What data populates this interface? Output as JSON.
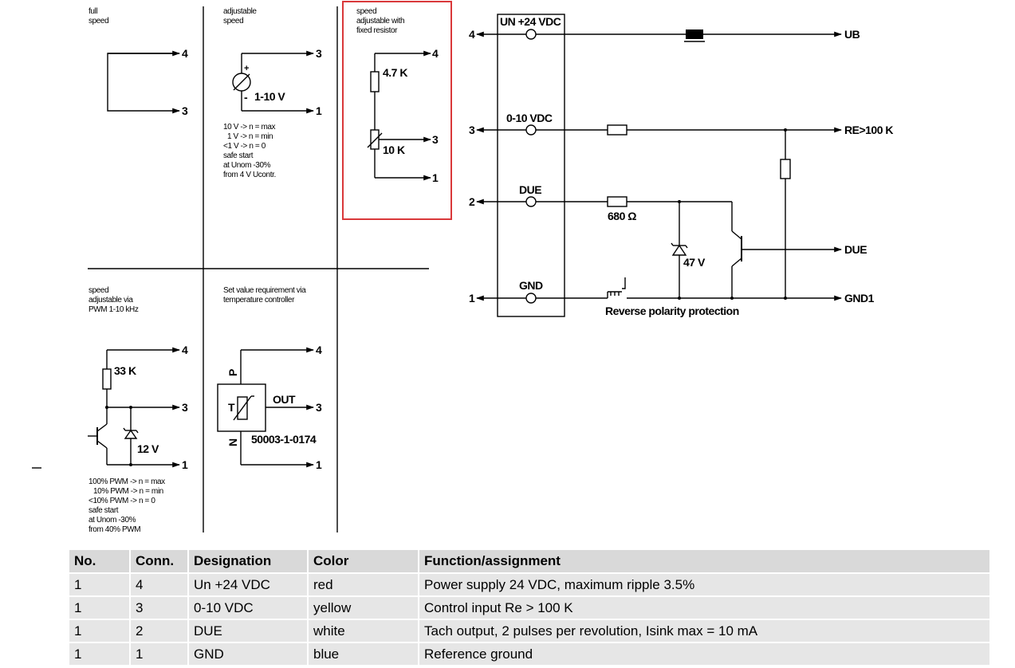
{
  "panels": {
    "full": {
      "title": [
        "full",
        "speed"
      ],
      "pins": [
        "4",
        "3"
      ]
    },
    "adjustable": {
      "title": [
        "adjustable",
        "speed"
      ],
      "pins": [
        "3",
        "1"
      ],
      "voltage_label": "1-10 V",
      "plus": "+",
      "minus": "-",
      "notes": [
        "10 V -> n = max",
        "1 V -> n = min",
        "<1 V -> n = 0",
        "safe start",
        "at Unom -30%",
        "from 4 V Ucontr."
      ]
    },
    "fixed": {
      "title": [
        "speed",
        "adjustable with",
        "fixed resistor"
      ],
      "pins": [
        "4",
        "3",
        "1"
      ],
      "r1": "4.7 K",
      "r2": "10 K"
    },
    "pwm": {
      "title": [
        "speed",
        "adjustable via",
        "PWM 1-10 kHz"
      ],
      "pins": [
        "4",
        "3",
        "1"
      ],
      "r": "33 K",
      "z": "12 V",
      "notes": [
        "100% PWM -> n = max",
        "10% PWM -> n = min",
        "<10% PWM -> n = 0",
        "safe start",
        "at Unom -30%",
        "from 40% PWM"
      ]
    },
    "temp": {
      "title": [
        "Set value requirement via",
        "temperature controller"
      ],
      "pins": [
        "4",
        "3",
        "1"
      ],
      "p": "P",
      "n": "N",
      "t": "T",
      "out": "OUT",
      "part": "50003-1-0174"
    }
  },
  "schematic": {
    "pins": [
      "4",
      "3",
      "2",
      "1"
    ],
    "connector_labels": [
      "UN +24 VDC",
      "0-10 VDC",
      "DUE",
      "GND"
    ],
    "outputs": [
      "UB",
      "RE>100 K",
      "DUE",
      "GND1"
    ],
    "r_due": "680 Ω",
    "zener": "47 V",
    "reverse": "Reverse polarity protection"
  },
  "table": {
    "headers": [
      "No.",
      "Conn.",
      "Designation",
      "Color",
      "Function/assignment"
    ],
    "rows": [
      [
        "1",
        "4",
        "Un +24 VDC",
        "red",
        "Power supply 24 VDC, maximum ripple 3.5%"
      ],
      [
        "1",
        "3",
        "0-10 VDC",
        "yellow",
        "Control input Re > 100 K"
      ],
      [
        "1",
        "2",
        "DUE",
        "white",
        "Tach output, 2 pulses per revolution, Isink max = 10 mA"
      ],
      [
        "1",
        "1",
        "GND",
        "blue",
        "Reference ground"
      ]
    ]
  },
  "colors": {
    "highlight": "#d9383a",
    "header_bg": "#d9d9d9",
    "row_bg": "#e6e6e6"
  }
}
